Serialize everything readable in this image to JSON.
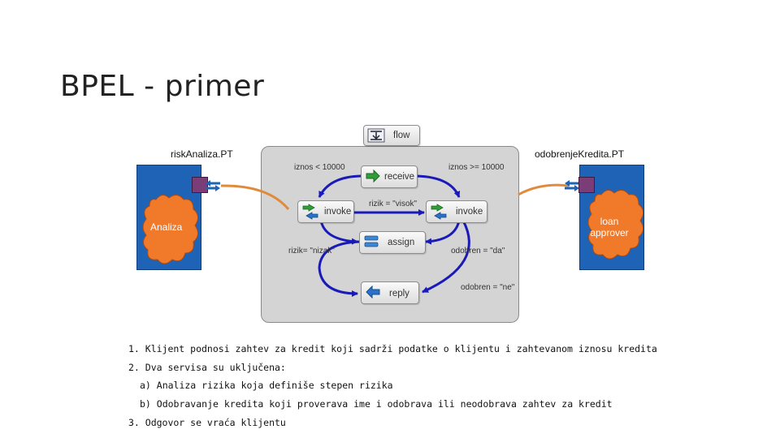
{
  "title": "BPEL - primer",
  "diagram": {
    "flow_label": "flow",
    "left_partner_type": "riskAnaliza.PT",
    "right_partner_type": "odobrenjeKredita.PT",
    "left_service": "Analiza",
    "right_service_line1": "loan",
    "right_service_line2": "approver",
    "activities": {
      "receive": "receive",
      "invoke_left": "invoke",
      "invoke_right": "invoke",
      "assign": "assign",
      "reply": "reply"
    },
    "conditions": {
      "amount_low": "iznos < 10000",
      "amount_high": "iznos >= 10000",
      "risk_high": "rizik = \"visok\"",
      "risk_low": "rizik= \"nizak\"",
      "approved_yes": "odobren = \"da\"",
      "approved_no": "odobren = \"ne\""
    },
    "colors": {
      "partner_blue": "#1e63b6",
      "cloud_orange": "#f07a2a",
      "link_blue": "#1a1ab8",
      "partner_link_orange": "#e08a3c",
      "port_purple": "#7a3d77"
    }
  },
  "steps": [
    "1. Klijent podnosi zahtev za kredit koji sadrži podatke o klijentu i zahtevanom iznosu kredita",
    "2. Dva servisa su uključena:",
    "a) Analiza rizika koja definiše stepen rizika",
    "b) Odobravanje kredita koji proverava ime i odobrava ili neodobrava zahtev za kredit",
    "3. Odgovor se vraća klijentu"
  ]
}
